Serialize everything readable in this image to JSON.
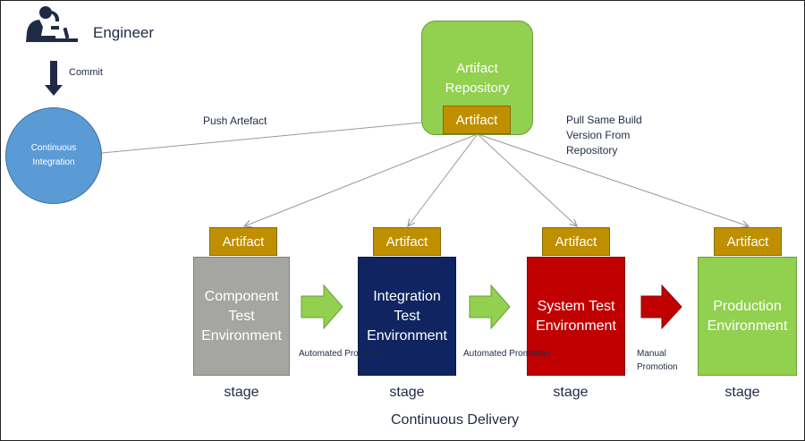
{
  "engineer": {
    "label": "Engineer"
  },
  "commit_label": "Commit",
  "ci": {
    "label": "Continuous Integration"
  },
  "push_label": "Push Artefact",
  "pull_label": "Pull Same Build Version From Repository",
  "repository": {
    "title": "Artifact Repository",
    "artifact": "Artifact"
  },
  "stages": [
    {
      "artifact": "Artifact",
      "environment": "Component Test Environment",
      "label": "stage",
      "color": "#a5a5a1"
    },
    {
      "artifact": "Artifact",
      "environment": "Integration Test Environment",
      "label": "stage",
      "color": "#0f2461"
    },
    {
      "artifact": "Artifact",
      "environment": "System Test Environment",
      "label": "stage",
      "color": "#c00000"
    },
    {
      "artifact": "Artifact",
      "environment": "Production Environment",
      "label": "stage",
      "color": "#92d050"
    }
  ],
  "promotions": [
    {
      "label": "Automated Promotion",
      "arrow_color": "#92d050"
    },
    {
      "label": "Automated Promotion",
      "arrow_color": "#92d050"
    },
    {
      "label": "Manual Promotion",
      "arrow_color": "#c00000"
    }
  ],
  "footer": {
    "label": "Continuous Delivery"
  },
  "colors": {
    "artifact": "#bf8f00",
    "ci": "#5b9bd5",
    "repository": "#92d050",
    "text": "#1f2a44"
  },
  "icons": {
    "engineer": "engineer-at-desk-icon",
    "commit": "down-arrow-icon"
  }
}
